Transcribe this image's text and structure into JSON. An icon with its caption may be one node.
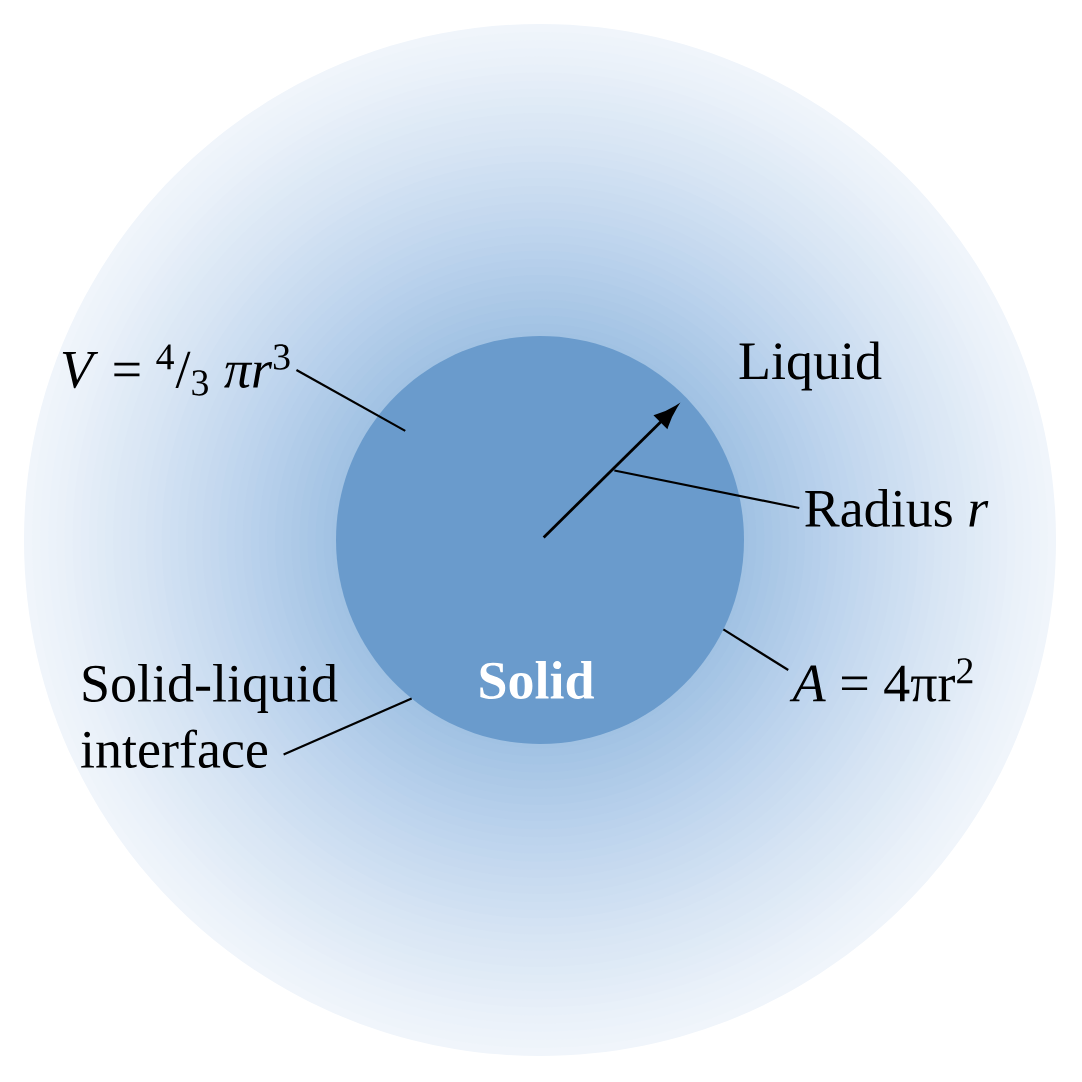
{
  "diagram": {
    "nodes": [
      {
        "text": [
          "Solid"
        ]
      },
      {
        "text": [],
        "shape": "arrow",
        "in": 0
      },
      {
        "text": [
          "*V* = $^{4}$/$_{3}$ *πr*$^{3}$"
        ]
      },
      {
        "text": [
          "Radius *r*"
        ]
      },
      {
        "text": [
          "Solid-liquid interface"
        ]
      },
      {
        "text": [
          "*A* = 4πr$^{2}$"
        ]
      }
    ],
    "edges": [
      {
        "from": 2,
        "to": 0,
        "arrow": "none"
      },
      {
        "from": 3,
        "to": 1,
        "arrow": "none"
      },
      {
        "from": 4,
        "to": 0,
        "arrow": "none"
      },
      {
        "from": 5,
        "to": 0,
        "arrow": "none"
      }
    ],
    "labels": [
      "Liquid"
    ]
  }
}
